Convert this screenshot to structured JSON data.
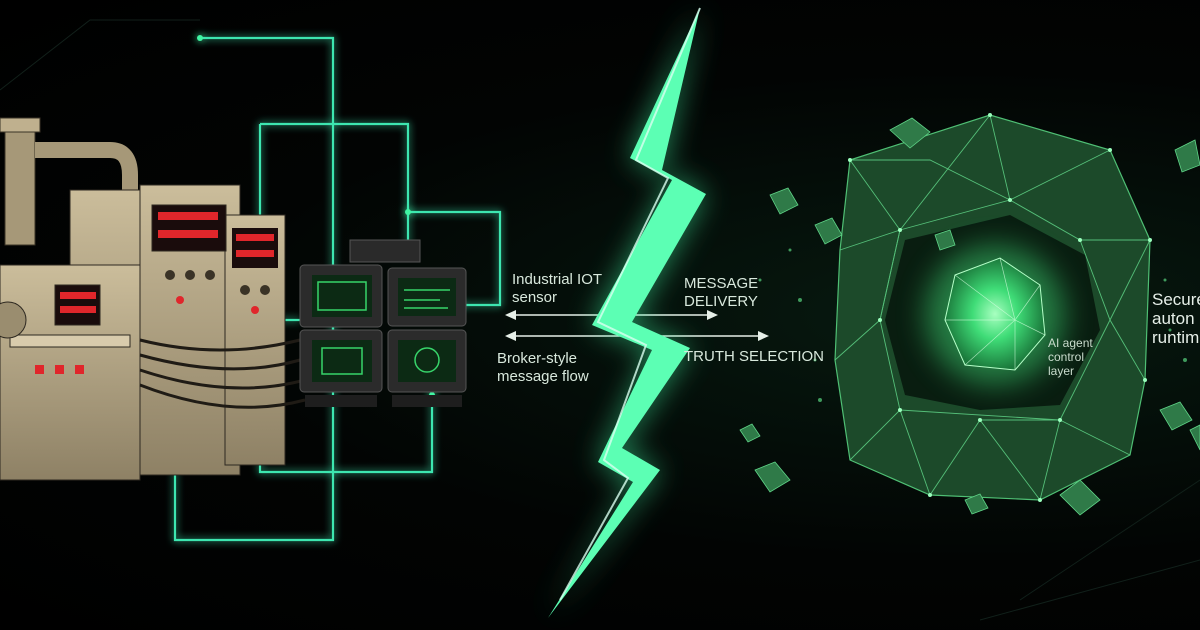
{
  "left_labels": {
    "sensor": "Industrial IOT\nsensor",
    "broker": "Broker-style\nmessage flow"
  },
  "middle_labels": {
    "delivery": "MESSAGE\nDELIVERY",
    "truth": "TRUTH SELECTION"
  },
  "right_labels": {
    "agent": "AI agent\ncontrol\nlayer",
    "secure": "Secure\nauton\nruntim"
  },
  "colors": {
    "accent": "#3ff5a3",
    "circuit": "#3ce6b0",
    "crystal": "#2f9a55",
    "crystal_glow": "#6cff9a",
    "machine": "#b8a98a",
    "led_red": "#e0262b",
    "screen_green": "#37d46a"
  }
}
